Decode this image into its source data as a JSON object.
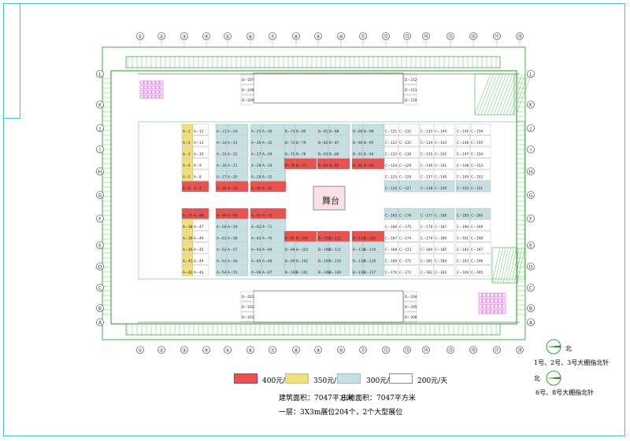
{
  "stage_label": "舞台",
  "grid_columns": [
    "①",
    "②",
    "③",
    "④",
    "⑤",
    "⑥",
    "⑦",
    "⑧",
    "⑨",
    "⑩",
    "⑪",
    "⑫",
    "⑬",
    "⑭",
    "⑮",
    "⑯",
    "⑰",
    "⑱"
  ],
  "grid_rows": [
    "L",
    "K",
    "J",
    "I",
    "H",
    "G",
    "F",
    "E",
    "D",
    "C",
    "B",
    "A"
  ],
  "booths_A_left": [
    [
      "A－1",
      "A－12"
    ],
    [
      "A－2",
      "A－11"
    ],
    [
      "A－3",
      "A－10"
    ],
    [
      "A－4",
      "A－9"
    ],
    [
      "A－5",
      "A－8"
    ],
    [
      "A－6",
      "A－7"
    ],
    [
      "A－37",
      "A－48"
    ],
    [
      "A－38",
      "A－47"
    ],
    [
      "A－39",
      "A－46"
    ],
    [
      "A－40",
      "A－45"
    ],
    [
      "A－41",
      "A－44"
    ],
    [
      "A－42",
      "A－43"
    ]
  ],
  "booths_A_mid": [
    [
      "A－13",
      "A－24"
    ],
    [
      "A－14",
      "A－23"
    ],
    [
      "A－15",
      "A－22"
    ],
    [
      "A－16",
      "A－21"
    ],
    [
      "A－17",
      "A－20"
    ],
    [
      "A－18",
      "A－19"
    ],
    [
      "A－49",
      "A－60"
    ],
    [
      "A－50",
      "A－59"
    ],
    [
      "A－51",
      "A－58"
    ],
    [
      "A－52",
      "A－57"
    ],
    [
      "A－53",
      "A－56"
    ],
    [
      "A－54",
      "A－55"
    ]
  ],
  "booths_A_right": [
    [
      "A－25",
      "A－36"
    ],
    [
      "A－26",
      "A－35"
    ],
    [
      "A－27",
      "A－34"
    ],
    [
      "A－28",
      "A－33"
    ],
    [
      "A－29",
      "A－32"
    ],
    [
      "A－30",
      "A－31"
    ],
    [
      "A－61",
      "A－72"
    ],
    [
      "A－62",
      "A－71"
    ],
    [
      "A－63",
      "A－70"
    ],
    [
      "A－64",
      "A－69"
    ],
    [
      "A－65",
      "A－68"
    ],
    [
      "A－66",
      "A－67"
    ]
  ],
  "booths_B_left": [
    [
      "B－73",
      "B－80"
    ],
    [
      "B－74",
      "B－79"
    ],
    [
      "B－75",
      "B－78"
    ],
    [
      "B－76",
      "B－77"
    ],
    [
      "B－97",
      "B－104"
    ],
    [
      "B－98",
      "B－103"
    ],
    [
      "B－99",
      "B－102"
    ],
    [
      "B－100",
      "B－101"
    ]
  ],
  "booths_B_mid": [
    [
      "B－81",
      "B－88"
    ],
    [
      "B－82",
      "B－87"
    ],
    [
      "B－83",
      "B－86"
    ],
    [
      "B－84",
      "B－85"
    ],
    [
      "B－105",
      "B－112"
    ],
    [
      "B－106",
      "B－111"
    ],
    [
      "B－107",
      "B－110"
    ],
    [
      "B－108",
      "B－109"
    ]
  ],
  "booths_B_right": [
    [
      "B－89",
      "B－96"
    ],
    [
      "B－90",
      "B－95"
    ],
    [
      "B－91",
      "B－94"
    ],
    [
      "B－92",
      "B－93"
    ],
    [
      "B－113",
      "B－120"
    ],
    [
      "B－114",
      "B－119"
    ],
    [
      "B－115",
      "B－118"
    ],
    [
      "B－116",
      "B－117"
    ]
  ],
  "booths_C_left": [
    [
      "C－121",
      "C－132"
    ],
    [
      "C－122",
      "C－131"
    ],
    [
      "C－123",
      "C－130"
    ],
    [
      "C－124",
      "C－129"
    ],
    [
      "C－125",
      "C－128"
    ],
    [
      "C－126",
      "C－127"
    ],
    [
      "C－165",
      "C－176"
    ],
    [
      "C－166",
      "C－175"
    ],
    [
      "C－167",
      "C－174"
    ],
    [
      "C－168",
      "C－173"
    ],
    [
      "C－169",
      "C－172"
    ],
    [
      "C－170",
      "C－171"
    ]
  ],
  "booths_C_mid": [
    [
      "C－133",
      "C－144"
    ],
    [
      "C－134",
      "C－143"
    ],
    [
      "C－135",
      "C－142"
    ],
    [
      "C－136",
      "C－141"
    ],
    [
      "C－137",
      "C－140"
    ],
    [
      "C－138",
      "C－139"
    ],
    [
      "C－177",
      "C－188"
    ],
    [
      "C－178",
      "C－187"
    ],
    [
      "C－179",
      "C－186"
    ],
    [
      "C－180",
      "C－185"
    ],
    [
      "C－181",
      "C－184"
    ],
    [
      "C－182",
      "C－183"
    ]
  ],
  "booths_C_right": [
    [
      "C－145",
      "C－156"
    ],
    [
      "C－146",
      "C－155"
    ],
    [
      "C－147",
      "C－154"
    ],
    [
      "C－148",
      "C－153"
    ],
    [
      "C－149",
      "C－152"
    ],
    [
      "C－150",
      "C－151"
    ],
    [
      "C－189",
      "C－200"
    ],
    [
      "C－190",
      "C－199"
    ],
    [
      "C－191",
      "C－198"
    ],
    [
      "C－192",
      "C－197"
    ],
    [
      "C－193",
      "C－196"
    ],
    [
      "C－194",
      "C－195"
    ]
  ],
  "booths_D": {
    "top_left": [
      "D－207",
      "D－208",
      "D－209"
    ],
    "top_right": [
      "D－212",
      "D－211",
      "D－210"
    ],
    "bottom_left": [
      "D－201",
      "D－202",
      "D－203"
    ],
    "bottom_right": [
      "D－204",
      "D－205",
      "D－206"
    ]
  },
  "legend": [
    {
      "label": "400元/天",
      "color": "#e8524f"
    },
    {
      "label": "350元/天",
      "color": "#efe07a"
    },
    {
      "label": "300元/天",
      "color": "#c5e0e3"
    },
    {
      "label": "200元/天",
      "color": "#ffffff"
    }
  ],
  "info": {
    "building_area": "建筑面积：7047平方米",
    "land_area": "占地面积：7047平方米",
    "floor_note": "一层：3X3m展位204个，2个大型展位"
  },
  "compass": [
    {
      "north_label": "北",
      "caption": "1号、2号、3号大棚指北针"
    },
    {
      "north_label": "北",
      "caption": "6号、8号大棚指北针"
    }
  ],
  "colors": {
    "frame": "#3fc7d0",
    "wall": "#40b040",
    "red": "#e8524f",
    "yellow": "#efe07a",
    "blue": "#c5e0e3",
    "magenta": "#e040e0"
  }
}
